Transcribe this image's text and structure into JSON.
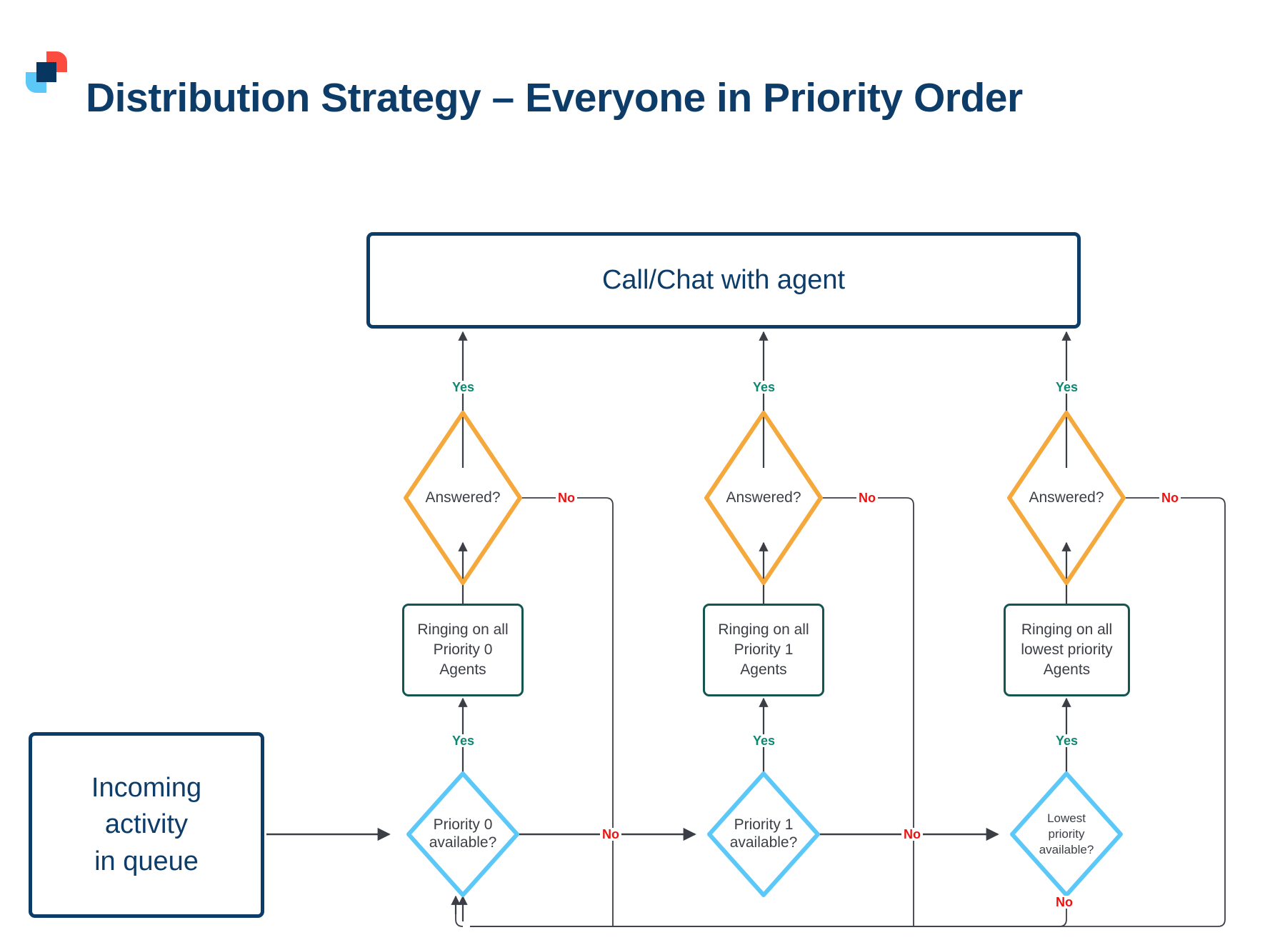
{
  "header": {
    "title": "Distribution Strategy – Everyone in Priority Order",
    "logo_name": "brand-logo",
    "colors": {
      "title": "#0d3c68",
      "logo_red": "#fb4c3f",
      "logo_blue": "#5cc8f7",
      "logo_navy": "#073661"
    }
  },
  "diagram": {
    "type": "flowchart",
    "colors": {
      "navy_border": "#0d3c68",
      "green_border": "#12564f",
      "orange_border": "#f5a83c",
      "lightblue_border": "#5cc8f7",
      "connector": "#3b3f45",
      "yes_label": "#0c8871",
      "no_label": "#ee1111",
      "node_text": "#3b3f45"
    },
    "nodes": {
      "start": {
        "label": "Incoming\nactivity\nin queue",
        "lines": [
          "Incoming",
          "activity",
          "in queue"
        ],
        "shape": "rounded-rect",
        "style": "navy"
      },
      "terminal": {
        "label": "Call/Chat with agent",
        "shape": "rounded-rect",
        "style": "navy"
      },
      "columns": [
        {
          "id": "priority-0",
          "decision": {
            "label": "Priority 0\navailable?",
            "lines": [
              "Priority 0",
              "available?"
            ],
            "shape": "diamond",
            "style": "lightblue"
          },
          "action": {
            "label": "Ringing on all\nPriority 0\nAgents",
            "lines": [
              "Ringing on all",
              "Priority 0",
              "Agents"
            ],
            "shape": "rounded-rect",
            "style": "green"
          },
          "answered": {
            "label": "Answered?",
            "lines": [
              "Answered?"
            ],
            "shape": "diamond",
            "style": "orange"
          }
        },
        {
          "id": "priority-1",
          "decision": {
            "label": "Priority 1\navailable?",
            "lines": [
              "Priority 1",
              "available?"
            ],
            "shape": "diamond",
            "style": "lightblue"
          },
          "action": {
            "label": "Ringing on all\nPriority 1\nAgents",
            "lines": [
              "Ringing on all",
              "Priority 1",
              "Agents"
            ],
            "shape": "rounded-rect",
            "style": "green"
          },
          "answered": {
            "label": "Answered?",
            "lines": [
              "Answered?"
            ],
            "shape": "diamond",
            "style": "orange"
          }
        },
        {
          "id": "lowest-priority",
          "decision": {
            "label": "Lowest\npriority\navailable?",
            "lines": [
              "Lowest",
              "priority",
              "available?"
            ],
            "shape": "diamond",
            "style": "lightblue"
          },
          "action": {
            "label": "Ringing on all\nlowest priority\nAgents",
            "lines": [
              "Ringing on all",
              "lowest priority",
              "Agents"
            ],
            "shape": "rounded-rect",
            "style": "green"
          },
          "answered": {
            "label": "Answered?",
            "lines": [
              "Answered?"
            ],
            "shape": "diamond",
            "style": "orange"
          }
        }
      ]
    },
    "edge_labels": {
      "yes": "Yes",
      "no": "No"
    },
    "edges": [
      {
        "from": "start",
        "to": "priority-0-decision",
        "label": ""
      },
      {
        "from": "priority-0-decision",
        "to": "priority-0-action",
        "label": "Yes"
      },
      {
        "from": "priority-0-action",
        "to": "priority-0-answered",
        "label": ""
      },
      {
        "from": "priority-0-answered",
        "to": "terminal",
        "label": "Yes"
      },
      {
        "from": "priority-0-answered",
        "to": "return-bus",
        "label": "No"
      },
      {
        "from": "priority-0-decision",
        "to": "priority-1-decision",
        "label": "No"
      },
      {
        "from": "priority-1-decision",
        "to": "priority-1-action",
        "label": "Yes"
      },
      {
        "from": "priority-1-action",
        "to": "priority-1-answered",
        "label": ""
      },
      {
        "from": "priority-1-answered",
        "to": "terminal",
        "label": "Yes"
      },
      {
        "from": "priority-1-answered",
        "to": "return-bus",
        "label": "No"
      },
      {
        "from": "priority-1-decision",
        "to": "lowest-priority-decision",
        "label": "No"
      },
      {
        "from": "lowest-priority-decision",
        "to": "lowest-priority-action",
        "label": "Yes"
      },
      {
        "from": "lowest-priority-action",
        "to": "lowest-priority-answered",
        "label": ""
      },
      {
        "from": "lowest-priority-answered",
        "to": "terminal",
        "label": "Yes"
      },
      {
        "from": "lowest-priority-answered",
        "to": "return-bus",
        "label": "No"
      },
      {
        "from": "lowest-priority-decision",
        "to": "return-bus",
        "label": "No"
      },
      {
        "from": "return-bus",
        "to": "priority-0-decision",
        "label": ""
      }
    ]
  }
}
